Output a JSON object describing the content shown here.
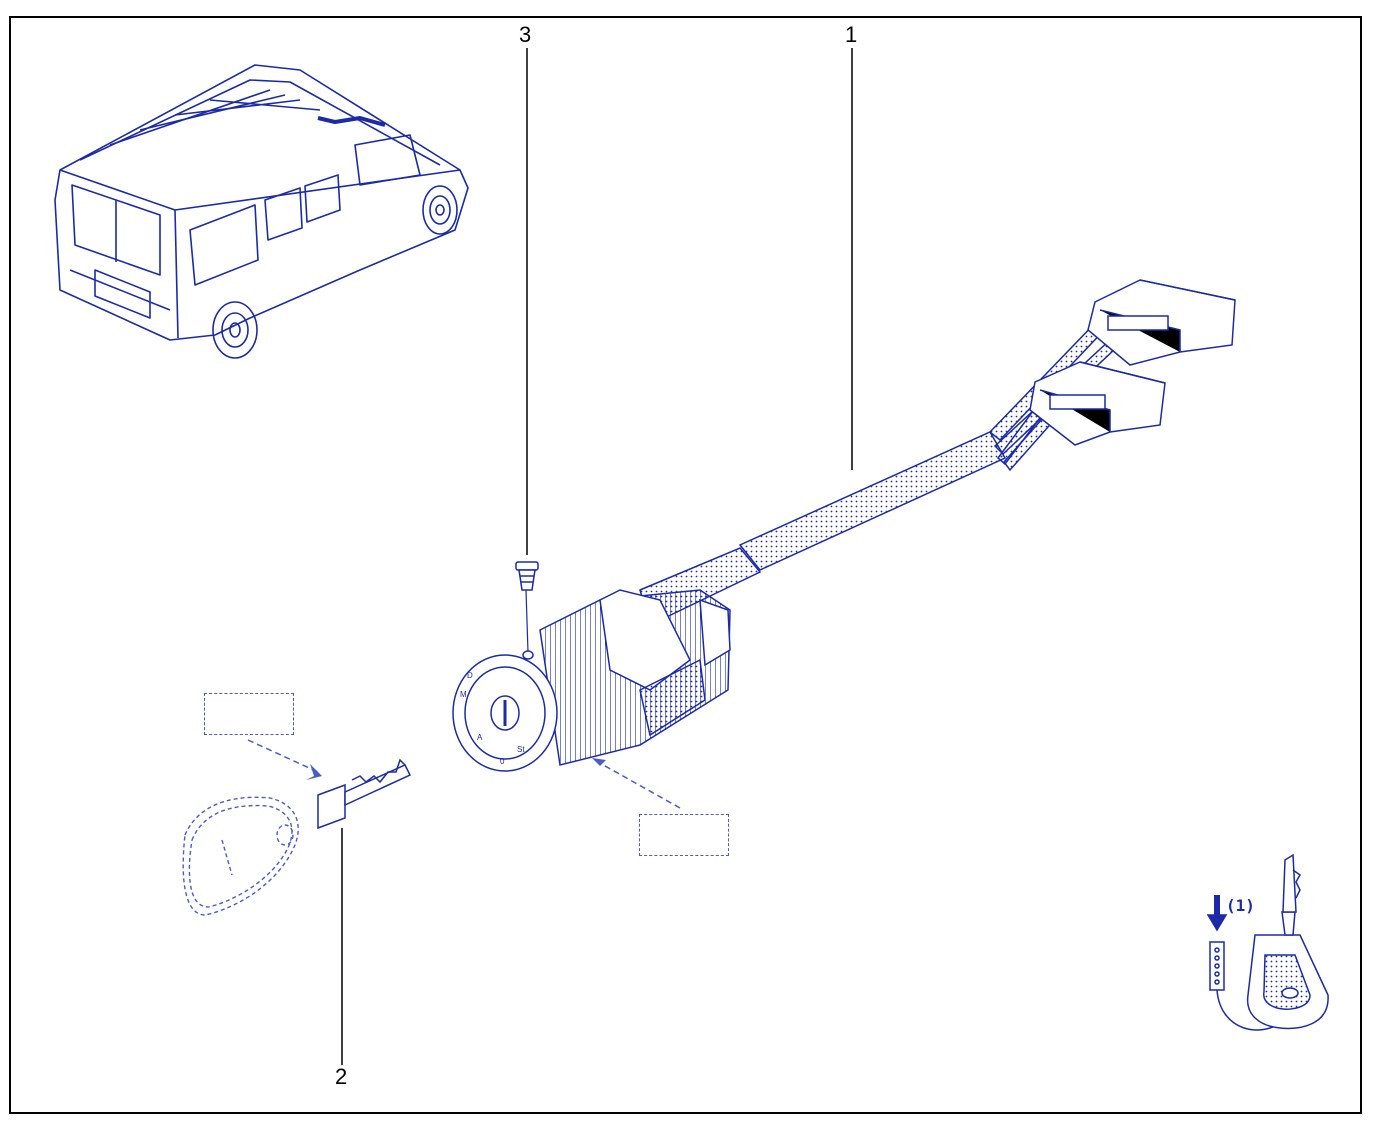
{
  "callouts": {
    "part_1": "1",
    "part_2": "2",
    "part_3": "3"
  },
  "dial_positions": {
    "d": "D",
    "m": "M",
    "a": "A",
    "st": "St",
    "zero": "0"
  },
  "legend": {
    "note_label": "(1)"
  },
  "colors": {
    "line_art": "#1b2aa8",
    "dashed": "#4a5cc8",
    "leader": "#000000",
    "frame": "#000000"
  }
}
